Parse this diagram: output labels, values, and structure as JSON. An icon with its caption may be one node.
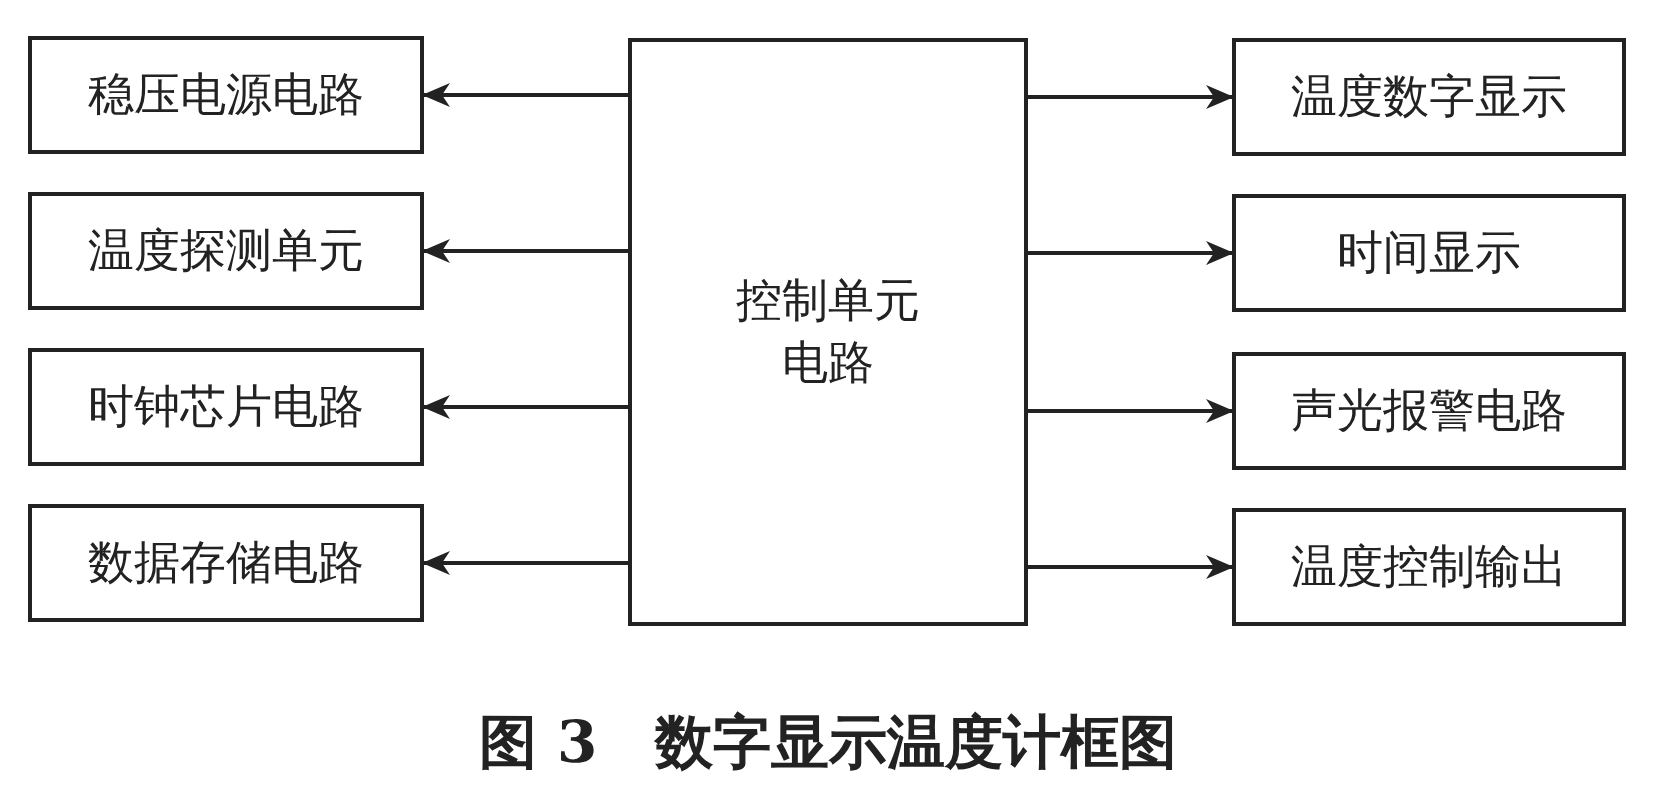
{
  "diagram": {
    "caption": "图 3　数字显示温度计框图",
    "nodes": [
      {
        "text": [
          "稳压电源电路"
        ]
      },
      {
        "text": [
          "温度探测单元"
        ]
      },
      {
        "text": [
          "时钟芯片电路"
        ]
      },
      {
        "text": [
          "数据存储电路"
        ]
      },
      {
        "text": [
          "控制单元电路"
        ]
      },
      {
        "text": [
          "温度数字显示"
        ]
      },
      {
        "text": [
          "时间显示"
        ]
      },
      {
        "text": [
          "声光报警电路"
        ]
      },
      {
        "text": [
          "温度控制输出"
        ]
      }
    ],
    "edges": [
      {
        "from": 4,
        "to": 0,
        "arrow": "to"
      },
      {
        "from": 4,
        "to": 1,
        "arrow": "to"
      },
      {
        "from": 4,
        "to": 2,
        "arrow": "to"
      },
      {
        "from": 4,
        "to": 3,
        "arrow": "to"
      },
      {
        "from": 4,
        "to": 5,
        "arrow": "to"
      },
      {
        "from": 4,
        "to": 6,
        "arrow": "to"
      },
      {
        "from": 4,
        "to": 7,
        "arrow": "to"
      },
      {
        "from": 4,
        "to": 8,
        "arrow": "to"
      }
    ]
  }
}
